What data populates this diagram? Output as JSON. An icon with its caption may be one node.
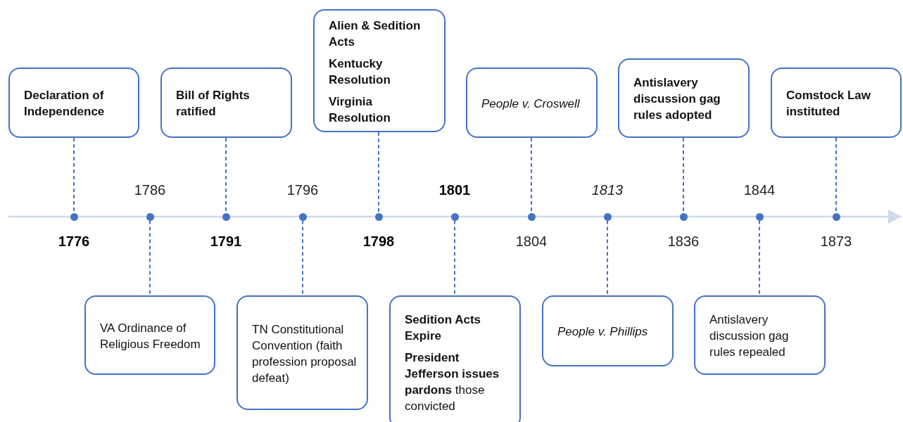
{
  "diagram": {
    "nodes": [
      {
        "text": [
          "Declaration of Independence"
        ]
      },
      {
        "text": [],
        "shape": "circle",
        "beside": [
          "1776"
        ]
      },
      {
        "text": [
          "VA Ordinance of Religious Freedom"
        ]
      },
      {
        "text": [],
        "shape": "circle",
        "beside": [
          "1786"
        ]
      },
      {
        "text": [
          "Bill of Rights ratified"
        ]
      },
      {
        "text": [],
        "shape": "circle",
        "beside": [
          "1791"
        ]
      },
      {
        "text": [
          "TN Constitutional Convention (faith profession proposal defeat)"
        ]
      },
      {
        "text": [],
        "shape": "circle",
        "beside": [
          "1796"
        ]
      },
      {
        "text": [
          "Alien & Sedition Acts",
          "Kentucky Resolution",
          "Virginia Resolution"
        ]
      },
      {
        "text": [],
        "shape": "circle",
        "beside": [
          "1798"
        ]
      },
      {
        "text": [
          "Sedition Acts Expire",
          "**President Jefferson issues pardons** those convicted"
        ]
      },
      {
        "text": [],
        "shape": "circle",
        "beside": [
          "1801"
        ]
      },
      {
        "text": [
          "People v. Croswell"
        ]
      },
      {
        "text": [],
        "shape": "circle",
        "beside": [
          "1804"
        ]
      },
      {
        "text": [
          "People v. Phillips"
        ]
      },
      {
        "text": [],
        "shape": "circle",
        "beside": [
          "1813"
        ]
      },
      {
        "text": [
          "Antislavery discussion gag rules adopted"
        ]
      },
      {
        "text": [],
        "shape": "circle",
        "beside": [
          "1836"
        ]
      },
      {
        "text": [
          "Antislavery discussion gag rules repealed"
        ]
      },
      {
        "text": [],
        "shape": "circle",
        "beside": [
          "1844"
        ]
      },
      {
        "text": [
          "Comstock Law instituted"
        ]
      },
      {
        "text": [],
        "shape": "circle",
        "beside": [
          "1873"
        ]
      }
    ],
    "edges": [
      {
        "from": 0,
        "to": 1,
        "arrow": "none",
        "style": "dashed"
      },
      {
        "from": 3,
        "to": 2,
        "arrow": "none",
        "style": "dashed"
      },
      {
        "from": 4,
        "to": 5,
        "arrow": "none",
        "style": "dashed"
      },
      {
        "from": 7,
        "to": 6,
        "arrow": "none",
        "style": "dashed"
      },
      {
        "from": 8,
        "to": 9,
        "arrow": "none",
        "style": "dashed"
      },
      {
        "from": 11,
        "to": 10,
        "arrow": "none",
        "style": "dashed"
      },
      {
        "from": 12,
        "to": 13,
        "arrow": "none",
        "style": "dashed"
      },
      {
        "from": 15,
        "to": 14,
        "arrow": "none",
        "style": "dashed"
      },
      {
        "from": 16,
        "to": 17,
        "arrow": "none",
        "style": "dashed"
      },
      {
        "from": 19,
        "to": 18,
        "arrow": "none",
        "style": "dashed"
      },
      {
        "from": 20,
        "to": 21,
        "arrow": "none",
        "style": "dashed"
      }
    ]
  }
}
